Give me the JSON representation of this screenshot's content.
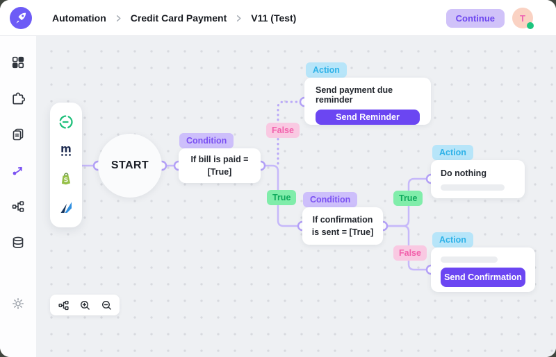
{
  "topbar": {
    "breadcrumb": {
      "items": [
        {
          "label": "Automation"
        },
        {
          "label": "Credit Card Payment"
        },
        {
          "label": "V11 (Test)"
        }
      ]
    },
    "continue_button": "Continue",
    "avatar_initial": "T"
  },
  "sidebar": {
    "icons": [
      "dashboard",
      "integrations-puzzle",
      "documents",
      "workflow-route",
      "sitemap",
      "database",
      "settings-gear"
    ],
    "active": "workflow-route"
  },
  "integrations_panel": {
    "apps": [
      {
        "name": "dashed-circle-app"
      },
      {
        "name": "m-dot-app",
        "letter": "m"
      },
      {
        "name": "shopify",
        "letter": "S"
      },
      {
        "name": "sail-app"
      }
    ]
  },
  "canvas": {
    "start_node": "START",
    "condition1": {
      "badge": "Condition",
      "line1": "If bill is paid =",
      "line2": "[True]"
    },
    "action1": {
      "badge": "Action",
      "title": "Send payment due reminder",
      "button": "Send Reminder"
    },
    "condition2": {
      "badge": "Condition",
      "line1": "If confirmation",
      "line2": "is sent = [True]"
    },
    "action2": {
      "badge": "Action",
      "title": "Do nothing"
    },
    "action3": {
      "badge": "Action",
      "button": "Send Confirmation"
    },
    "branches": {
      "false1": "False",
      "true1": "True",
      "true2": "True",
      "false2": "False"
    }
  },
  "toolbar": {
    "buttons": [
      "fit-view",
      "zoom-in",
      "zoom-out"
    ]
  },
  "colors": {
    "accent_purple": "#6b46f2",
    "connector": "#c6b8fa",
    "badge_condition_bg": "#cdbffb",
    "badge_condition_text": "#7a50f2",
    "badge_action_bg": "#b7e5f9",
    "badge_action_text": "#2eb2e8",
    "chip_true_bg": "#80edaa",
    "chip_true_text": "#0ea95c",
    "chip_false_bg": "#f9c9e2",
    "chip_false_text": "#f260ab",
    "canvas_bg": "#eef0f3",
    "online_dot": "#1cc57e"
  }
}
